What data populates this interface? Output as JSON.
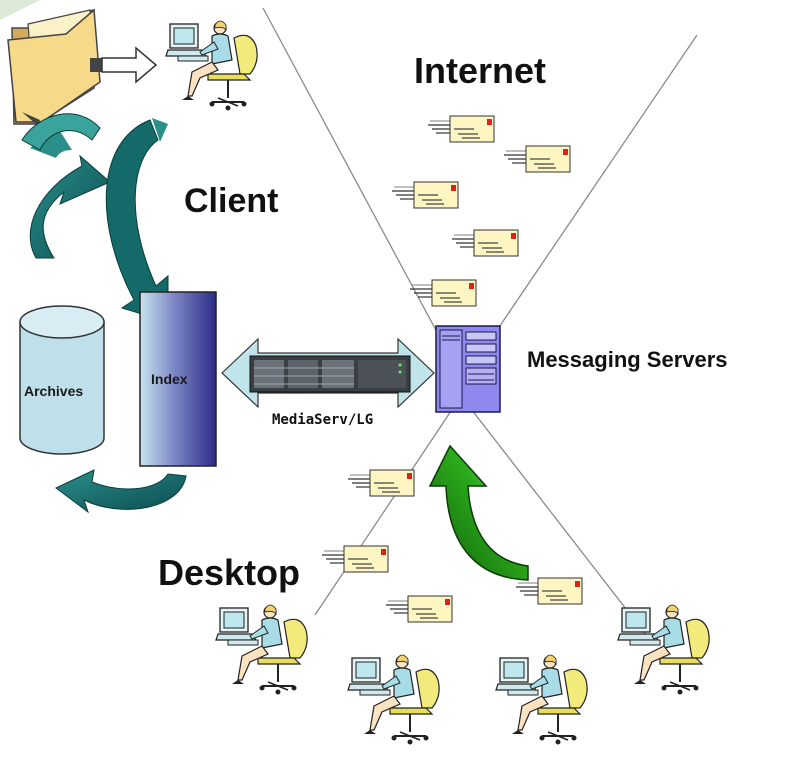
{
  "labels": {
    "internet": "Internet",
    "client": "Client",
    "desktop": "Desktop",
    "messaging_servers": "Messaging Servers",
    "media_server": "MediaServ/LG",
    "archives": "Archives",
    "index": "Index"
  },
  "icons": {
    "folder": "folder-icon",
    "client_user": "computer-user-icon",
    "desktop_users": [
      "computer-user-icon",
      "computer-user-icon",
      "computer-user-icon",
      "computer-user-icon"
    ],
    "envelopes": "envelope-icon",
    "server": "server-tower-icon",
    "media_server": "rack-server-icon",
    "archive_db": "database-cylinder-icon",
    "index_store": "index-column-icon"
  },
  "colors": {
    "teal_arrow": "#1f7a78",
    "green_arrow": "#1f9a14",
    "index_blue": "#3a3a8c",
    "archive_blue": "#bfe0ea",
    "envelope": "#fdf6c3",
    "server_purple": "#8f88ef"
  }
}
